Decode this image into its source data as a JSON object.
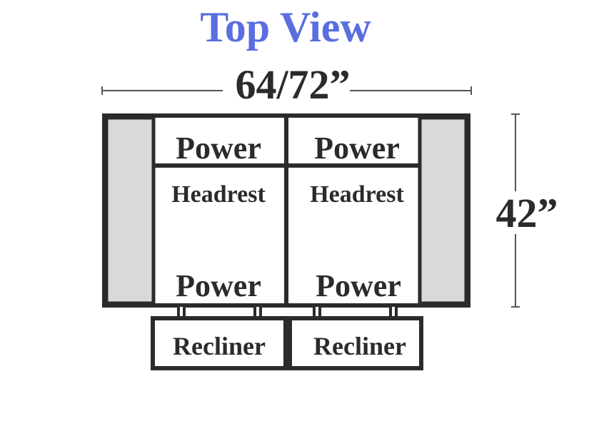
{
  "title": "Top View",
  "dimensions": {
    "width": "64/72”",
    "depth": "42”"
  },
  "seats": [
    {
      "top_label": "Power",
      "headrest_label": "Headrest",
      "bottom_label": "Power",
      "footrest_label": "Recliner"
    },
    {
      "top_label": "Power",
      "headrest_label": "Headrest",
      "bottom_label": "Power",
      "footrest_label": "Recliner"
    }
  ],
  "colors": {
    "title": "#5a6ee0",
    "outline": "#2b2b2b",
    "text": "#2b2b2b",
    "arm_fill": "#d9d9d9",
    "background": "#ffffff"
  }
}
